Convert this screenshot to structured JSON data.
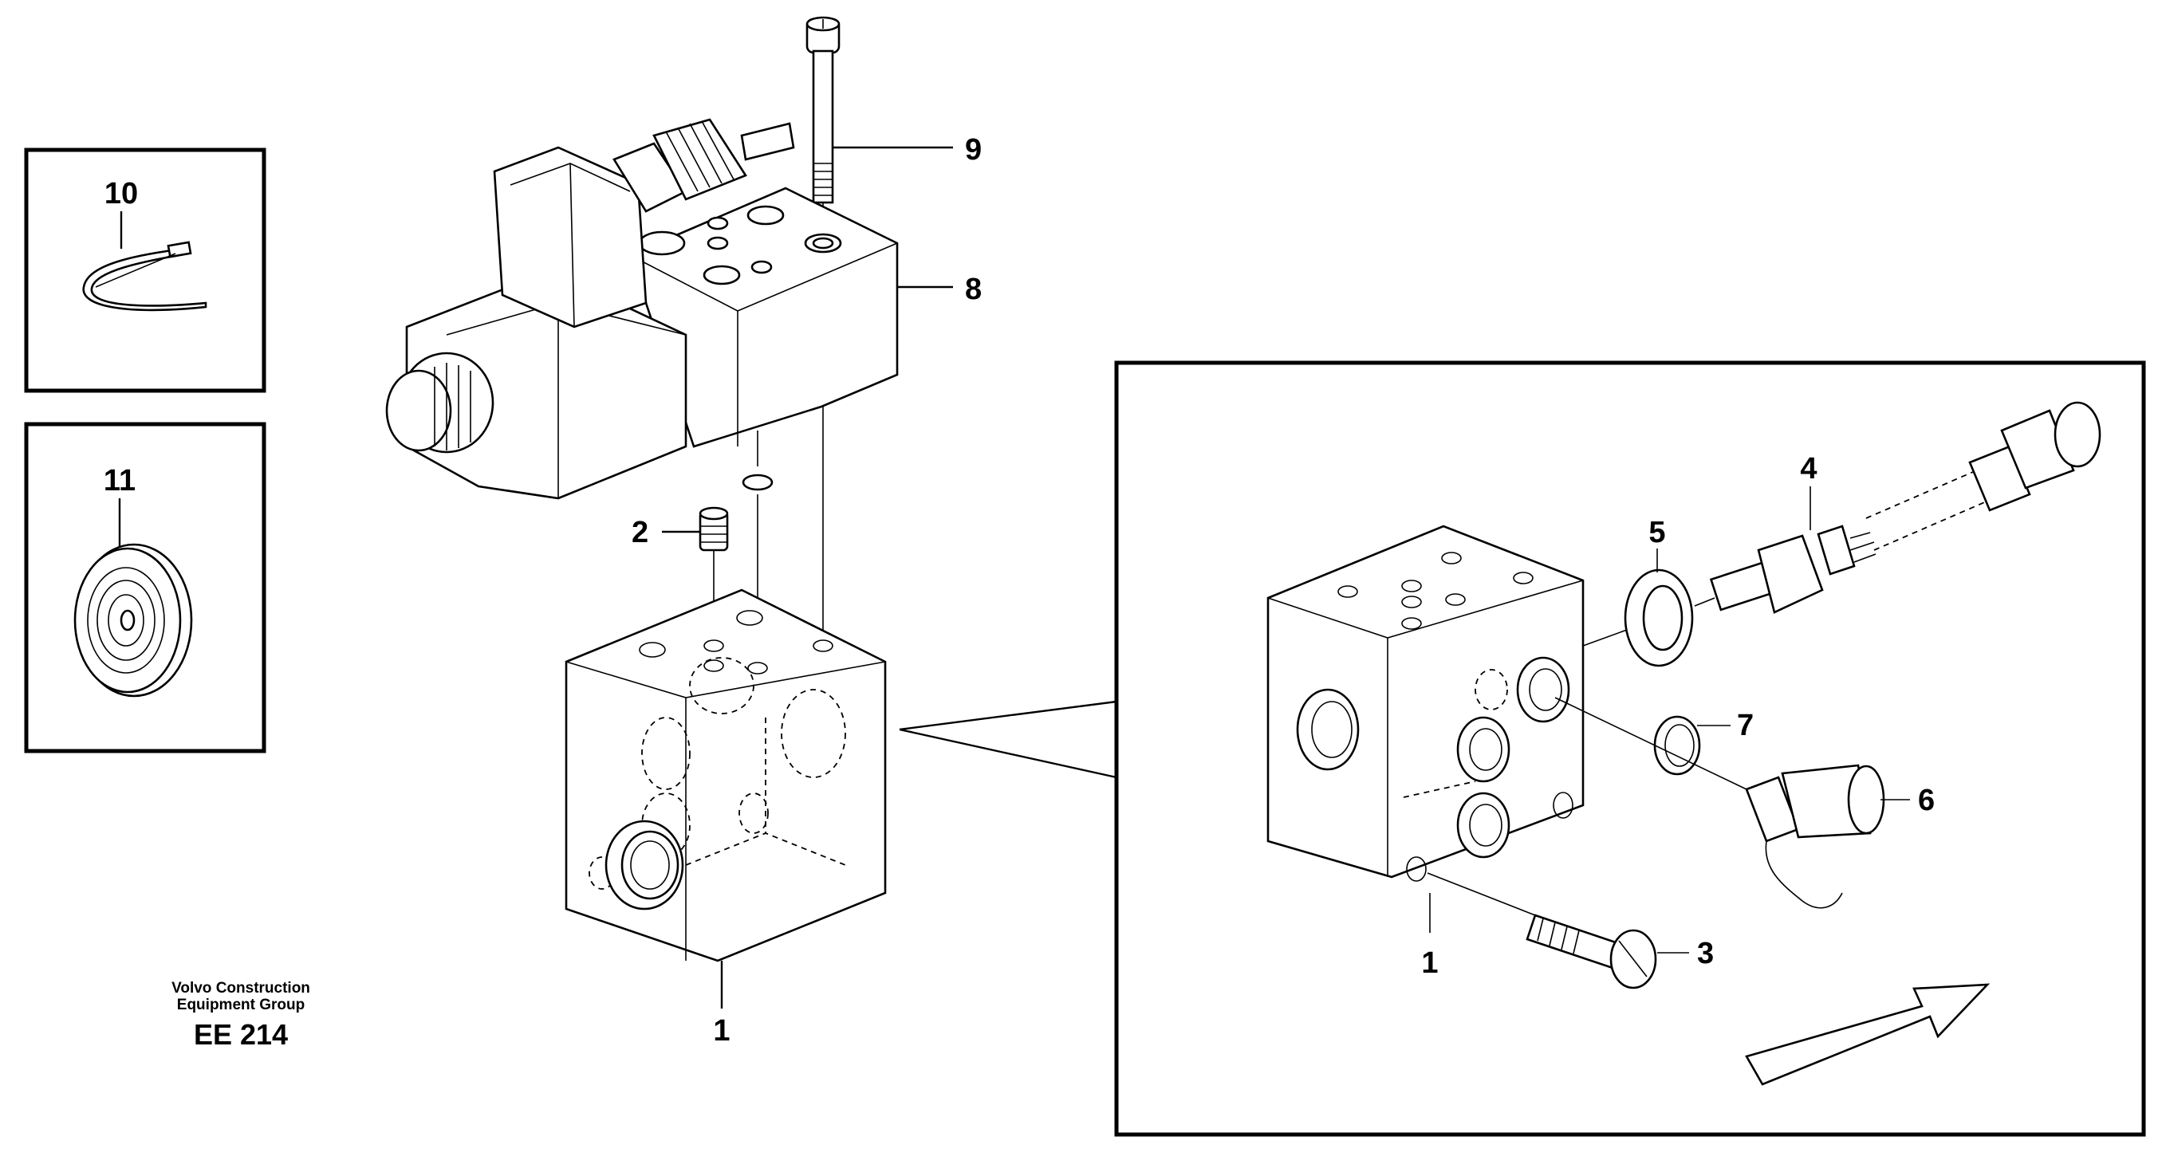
{
  "callouts": {
    "p1_left": "1",
    "p1_inset": "1",
    "p2": "2",
    "p3": "3",
    "p4": "4",
    "p5": "5",
    "p6": "6",
    "p7": "7",
    "p8": "8",
    "p9": "9",
    "p10": "10",
    "p11": "11"
  },
  "caption": {
    "line1": "Volvo Construction",
    "line2": "Equipment Group",
    "code": "EE 214"
  }
}
